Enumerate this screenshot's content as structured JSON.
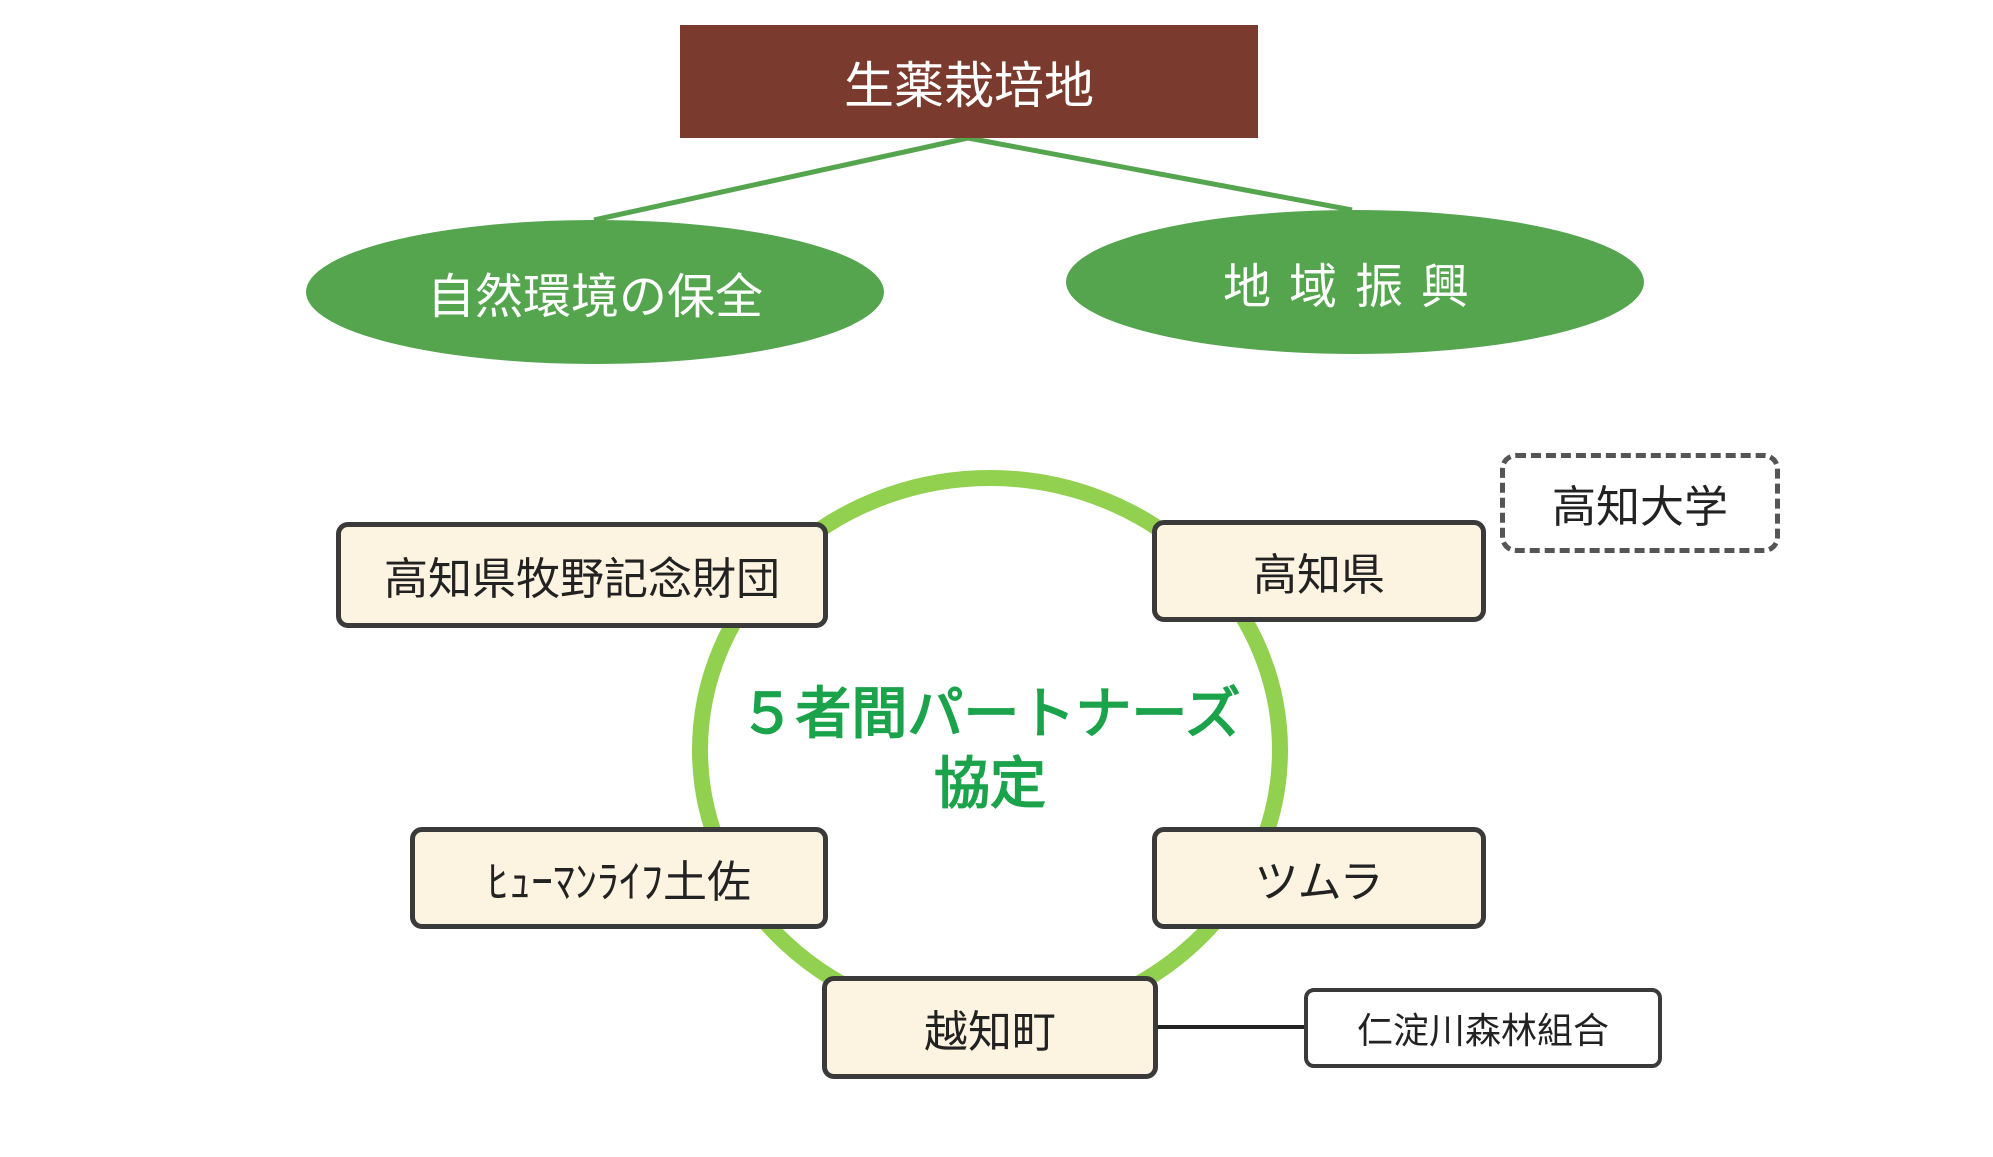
{
  "top": {
    "title": "生薬栽培地",
    "goal_left": "自然環境の保全",
    "goal_right": "地域振興"
  },
  "agreement": {
    "line1": "５者間パートナーズ",
    "line2": "協定"
  },
  "partners": {
    "makino": "高知県牧野記念財団",
    "kochi_pref": "高知県",
    "human_life": "ﾋｭｰﾏﾝﾗｲﾌ土佐",
    "tsumura": "ツムラ",
    "ochi": "越知町"
  },
  "related": {
    "university": "高知大学",
    "forestry": "仁淀川森林組合"
  },
  "colors": {
    "title_bg": "#7b3a2e",
    "goal_bg": "#55a54f",
    "ring": "#92d050",
    "agreement_text": "#1aa34a",
    "node_bg": "#fdf3e1",
    "node_border": "#3a3a3a"
  }
}
